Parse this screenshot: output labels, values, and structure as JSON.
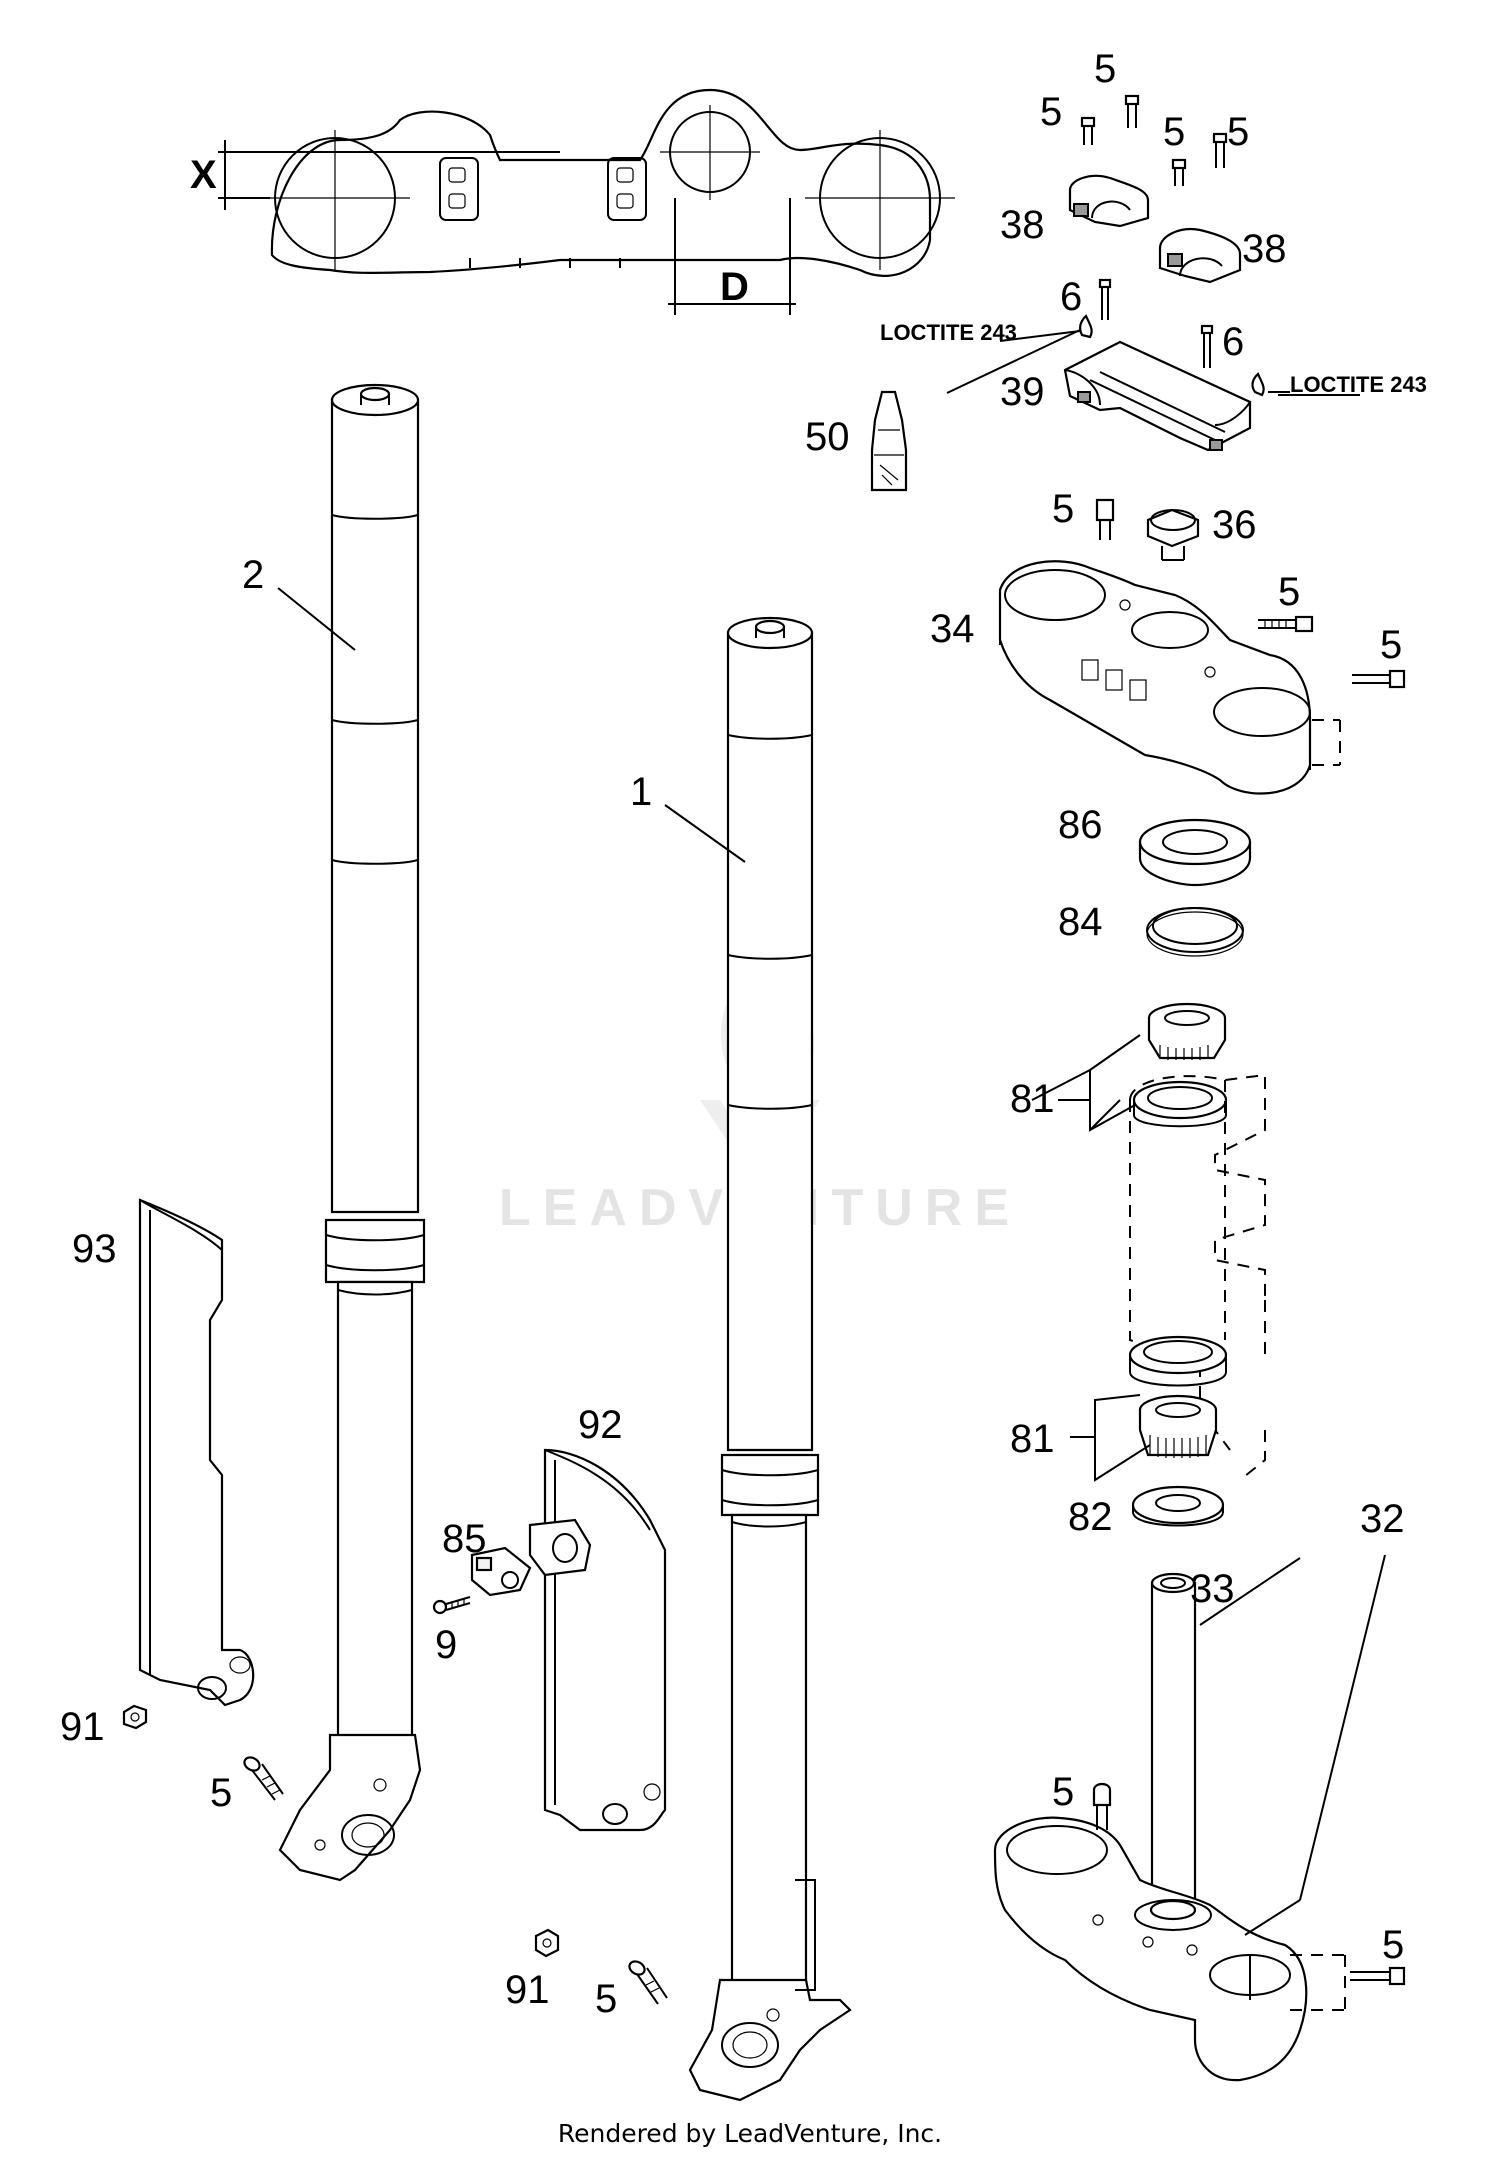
{
  "diagram": {
    "callouts": {
      "c1": "1",
      "c2": "2",
      "c5a": "5",
      "c5b": "5",
      "c5c": "5",
      "c5d": "5",
      "c38a": "38",
      "c38b": "38",
      "c6a": "6",
      "c6b": "6",
      "loctite_a": "LOCTITE 243",
      "loctite_b": "LOCTITE 243",
      "c39": "39",
      "c50": "50",
      "c5e": "5",
      "c36": "36",
      "c5f": "5",
      "c34": "34",
      "c5g": "5",
      "c86": "86",
      "c84": "84",
      "c81a": "81",
      "c81b": "81",
      "c82": "82",
      "c32": "32",
      "c33": "33",
      "c5h": "5",
      "c5i": "5",
      "c93": "93",
      "c92": "92",
      "c85": "85",
      "c9": "9",
      "c91a": "91",
      "c5j": "5",
      "c91b": "91",
      "c5k": "5"
    },
    "dimensions": {
      "x": "X",
      "d": "D"
    },
    "watermark": "LEADVENTURE",
    "footer": "Rendered by LeadVenture, Inc."
  }
}
